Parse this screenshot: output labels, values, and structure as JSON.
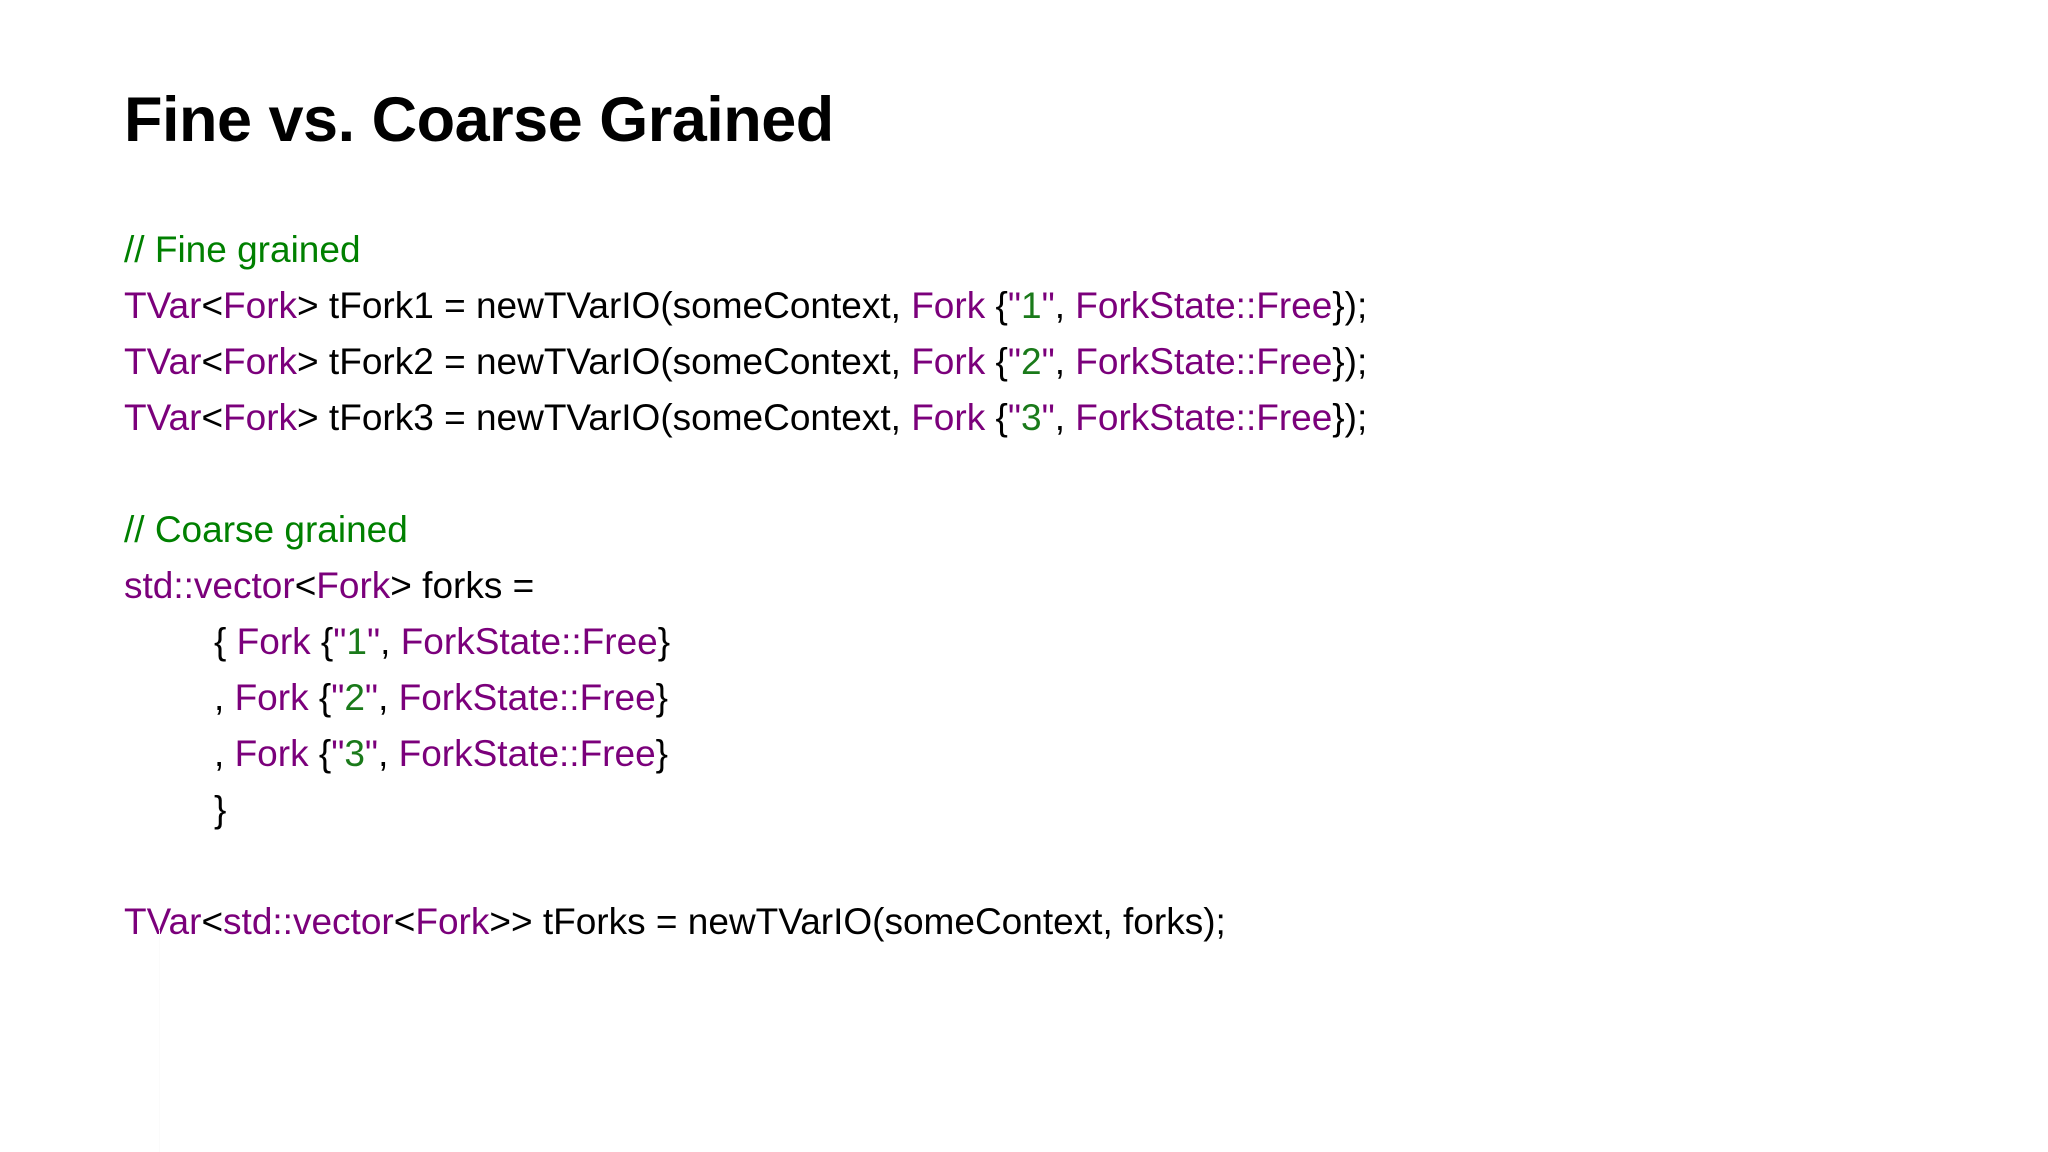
{
  "slide": {
    "title": "Fine vs. Coarse Grained",
    "background": "#ffffff"
  },
  "colors": {
    "comment": "#008000",
    "type": "#7b007b",
    "string": "#1a7a1a",
    "quote": "#7b007b",
    "plain": "#000000",
    "title": "#000000"
  },
  "code": {
    "language": "cpp",
    "lines": [
      {
        "id": "line-1",
        "indent": 0,
        "plain_text": "// Fine grained",
        "tokens": [
          {
            "t": "// Fine grained",
            "k": "cmt"
          }
        ]
      },
      {
        "id": "line-2",
        "indent": 0,
        "plain_text": "TVar<Fork> tFork1 = newTVarIO(someContext, Fork {\"1\", ForkState::Free});",
        "tokens": [
          {
            "t": "TVar",
            "k": "type"
          },
          {
            "t": "<",
            "k": "plain"
          },
          {
            "t": "Fork",
            "k": "type"
          },
          {
            "t": "> tFork1 = newTVarIO(someContext, ",
            "k": "plain"
          },
          {
            "t": "Fork",
            "k": "type"
          },
          {
            "t": " {",
            "k": "plain"
          },
          {
            "t": "\"",
            "k": "quote"
          },
          {
            "t": "1",
            "k": "str"
          },
          {
            "t": "\"",
            "k": "quote"
          },
          {
            "t": ", ",
            "k": "plain"
          },
          {
            "t": "ForkState::Free",
            "k": "type"
          },
          {
            "t": "});",
            "k": "plain"
          }
        ]
      },
      {
        "id": "line-3",
        "indent": 0,
        "plain_text": "TVar<Fork> tFork2 = newTVarIO(someContext, Fork {\"2\", ForkState::Free});",
        "tokens": [
          {
            "t": "TVar",
            "k": "type"
          },
          {
            "t": "<",
            "k": "plain"
          },
          {
            "t": "Fork",
            "k": "type"
          },
          {
            "t": "> tFork2 = newTVarIO(someContext, ",
            "k": "plain"
          },
          {
            "t": "Fork",
            "k": "type"
          },
          {
            "t": " {",
            "k": "plain"
          },
          {
            "t": "\"",
            "k": "quote"
          },
          {
            "t": "2",
            "k": "str"
          },
          {
            "t": "\"",
            "k": "quote"
          },
          {
            "t": ", ",
            "k": "plain"
          },
          {
            "t": "ForkState::Free",
            "k": "type"
          },
          {
            "t": "});",
            "k": "plain"
          }
        ]
      },
      {
        "id": "line-4",
        "indent": 0,
        "plain_text": "TVar<Fork> tFork3 = newTVarIO(someContext, Fork {\"3\", ForkState::Free});",
        "tokens": [
          {
            "t": "TVar",
            "k": "type"
          },
          {
            "t": "<",
            "k": "plain"
          },
          {
            "t": "Fork",
            "k": "type"
          },
          {
            "t": "> tFork3 = newTVarIO(someContext, ",
            "k": "plain"
          },
          {
            "t": "Fork",
            "k": "type"
          },
          {
            "t": " {",
            "k": "plain"
          },
          {
            "t": "\"",
            "k": "quote"
          },
          {
            "t": "3",
            "k": "str"
          },
          {
            "t": "\"",
            "k": "quote"
          },
          {
            "t": ", ",
            "k": "plain"
          },
          {
            "t": "ForkState::Free",
            "k": "type"
          },
          {
            "t": "});",
            "k": "plain"
          }
        ]
      },
      {
        "id": "line-5",
        "indent": 0,
        "plain_text": "",
        "tokens": []
      },
      {
        "id": "line-6",
        "indent": 0,
        "plain_text": "// Coarse grained",
        "tokens": [
          {
            "t": "// Coarse grained",
            "k": "cmt"
          }
        ]
      },
      {
        "id": "line-7",
        "indent": 0,
        "plain_text": "std::vector<Fork> forks =",
        "tokens": [
          {
            "t": "std::vector",
            "k": "type"
          },
          {
            "t": "<",
            "k": "plain"
          },
          {
            "t": "Fork",
            "k": "type"
          },
          {
            "t": "> forks =",
            "k": "plain"
          }
        ]
      },
      {
        "id": "line-8",
        "indent": 1,
        "plain_text": "{ Fork {\"1\", ForkState::Free}",
        "tokens": [
          {
            "t": "{ ",
            "k": "plain"
          },
          {
            "t": "Fork",
            "k": "type"
          },
          {
            "t": " {",
            "k": "plain"
          },
          {
            "t": "\"",
            "k": "quote"
          },
          {
            "t": "1",
            "k": "str"
          },
          {
            "t": "\"",
            "k": "quote"
          },
          {
            "t": ", ",
            "k": "plain"
          },
          {
            "t": "ForkState::Free",
            "k": "type"
          },
          {
            "t": "}",
            "k": "plain"
          }
        ]
      },
      {
        "id": "line-9",
        "indent": 1,
        "plain_text": ", Fork {\"2\", ForkState::Free}",
        "tokens": [
          {
            "t": ", ",
            "k": "plain"
          },
          {
            "t": "Fork",
            "k": "type"
          },
          {
            "t": " {",
            "k": "plain"
          },
          {
            "t": "\"",
            "k": "quote"
          },
          {
            "t": "2",
            "k": "str"
          },
          {
            "t": "\"",
            "k": "quote"
          },
          {
            "t": ", ",
            "k": "plain"
          },
          {
            "t": "ForkState::Free",
            "k": "type"
          },
          {
            "t": "}",
            "k": "plain"
          }
        ]
      },
      {
        "id": "line-10",
        "indent": 1,
        "plain_text": ", Fork {\"3\", ForkState::Free}",
        "tokens": [
          {
            "t": ", ",
            "k": "plain"
          },
          {
            "t": "Fork",
            "k": "type"
          },
          {
            "t": " {",
            "k": "plain"
          },
          {
            "t": "\"",
            "k": "quote"
          },
          {
            "t": "3",
            "k": "str"
          },
          {
            "t": "\"",
            "k": "quote"
          },
          {
            "t": ", ",
            "k": "plain"
          },
          {
            "t": "ForkState::Free",
            "k": "type"
          },
          {
            "t": "}",
            "k": "plain"
          }
        ]
      },
      {
        "id": "line-11",
        "indent": 1,
        "plain_text": "}",
        "tokens": [
          {
            "t": "}",
            "k": "plain"
          }
        ]
      },
      {
        "id": "line-12",
        "indent": 0,
        "plain_text": "",
        "tokens": []
      },
      {
        "id": "line-13",
        "indent": 0,
        "plain_text": "TVar<std::vector<Fork>> tForks = newTVarIO(someContext, forks);",
        "tokens": [
          {
            "t": "TVar",
            "k": "type"
          },
          {
            "t": "<",
            "k": "plain"
          },
          {
            "t": "std::vector",
            "k": "type"
          },
          {
            "t": "<",
            "k": "plain"
          },
          {
            "t": "Fork",
            "k": "type"
          },
          {
            "t": ">> tForks = newTVarIO(someContext, forks);",
            "k": "plain"
          }
        ]
      }
    ]
  }
}
